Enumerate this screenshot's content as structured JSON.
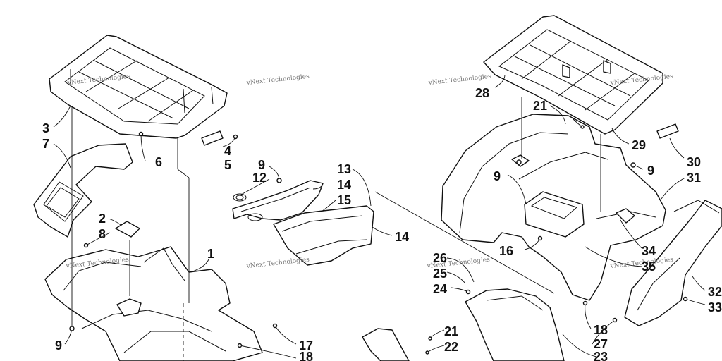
{
  "watermark": "vNext Technologies",
  "callouts": [
    {
      "id": "c1",
      "text": "1"
    },
    {
      "id": "c2",
      "text": "2"
    },
    {
      "id": "c3",
      "text": "3"
    },
    {
      "id": "c4",
      "text": "4"
    },
    {
      "id": "c5",
      "text": "5"
    },
    {
      "id": "c6",
      "text": "6"
    },
    {
      "id": "c7",
      "text": "7"
    },
    {
      "id": "c8",
      "text": "8"
    },
    {
      "id": "c9a",
      "text": "9"
    },
    {
      "id": "c9b",
      "text": "9"
    },
    {
      "id": "c9c",
      "text": "9"
    },
    {
      "id": "c9d",
      "text": "9"
    },
    {
      "id": "c12",
      "text": "12"
    },
    {
      "id": "c13",
      "text": "13"
    },
    {
      "id": "c14a",
      "text": "14"
    },
    {
      "id": "c14b",
      "text": "14"
    },
    {
      "id": "c15",
      "text": "15"
    },
    {
      "id": "c16",
      "text": "16"
    },
    {
      "id": "c17",
      "text": "17"
    },
    {
      "id": "c18a",
      "text": "18"
    },
    {
      "id": "c18b",
      "text": "18"
    },
    {
      "id": "c21a",
      "text": "21"
    },
    {
      "id": "c21b",
      "text": "21"
    },
    {
      "id": "c22",
      "text": "22"
    },
    {
      "id": "c23",
      "text": "23"
    },
    {
      "id": "c24",
      "text": "24"
    },
    {
      "id": "c25",
      "text": "25"
    },
    {
      "id": "c26",
      "text": "26"
    },
    {
      "id": "c27",
      "text": "27"
    },
    {
      "id": "c28",
      "text": "28"
    },
    {
      "id": "c29",
      "text": "29"
    },
    {
      "id": "c30",
      "text": "30"
    },
    {
      "id": "c31",
      "text": "31"
    },
    {
      "id": "c32",
      "text": "32"
    },
    {
      "id": "c33",
      "text": "33"
    },
    {
      "id": "c34",
      "text": "34"
    },
    {
      "id": "c35",
      "text": "35"
    }
  ]
}
